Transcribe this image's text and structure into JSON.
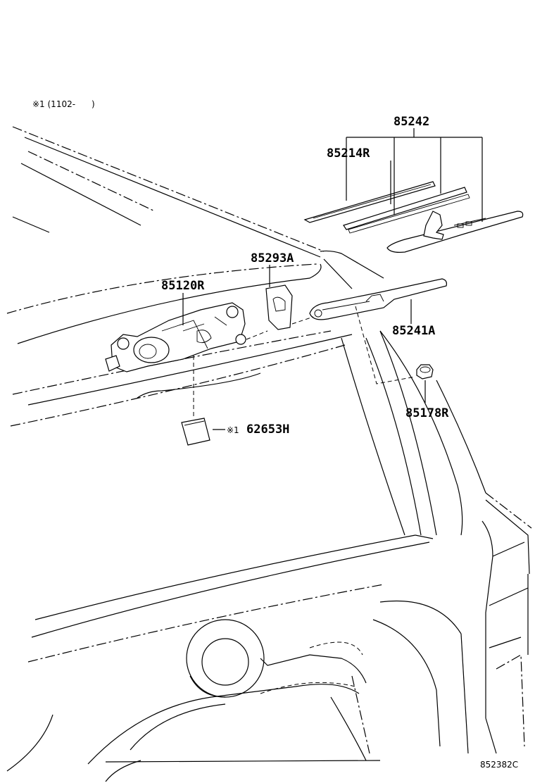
{
  "note": {
    "text": "※1 (1102-      )"
  },
  "labels": {
    "p85242": "85242",
    "p85214R": "85214R",
    "p85293A": "85293A",
    "p85120R": "85120R",
    "p85241A": "85241A",
    "p85178R": "85178R",
    "p62653H_mark": "※1",
    "p62653H": "62653H"
  },
  "diagram_code": "852382C"
}
